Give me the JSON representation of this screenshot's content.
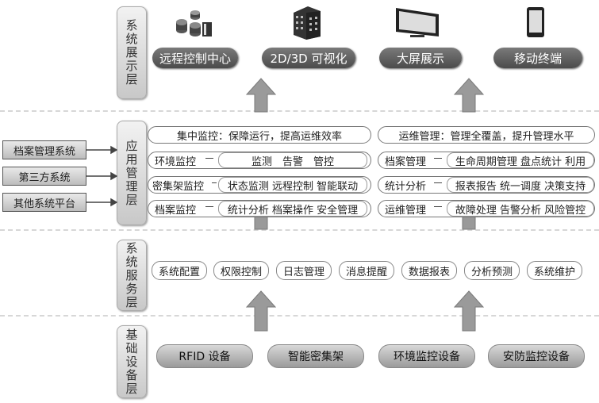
{
  "layers": {
    "display": "系统展示层",
    "app": "应用管理层",
    "service": "系统服务层",
    "base": "基础设备层"
  },
  "display_items": [
    "远程控制中心",
    "2D/3D 可视化",
    "大屏展示",
    "移动终端"
  ],
  "display_icons": [
    "cylinders-icon",
    "buildings-icon",
    "monitor-icon",
    "tablet-icon"
  ],
  "external_systems": [
    "档案管理系统",
    "第三方系统",
    "其他系统平台"
  ],
  "app_rows_left": [
    {
      "text": "集中监控：保障运行，提高运维效率"
    },
    {
      "label": "环境监控",
      "detail": "监测　告警　管控"
    },
    {
      "label": "密集架监控",
      "detail": "状态监测 远程控制 智能联动"
    },
    {
      "label": "档案监控",
      "detail": "统计分析 档案操作 安全管理"
    }
  ],
  "app_rows_right": [
    {
      "text": "运维管理：管理全覆盖，提升管理水平"
    },
    {
      "label": "档案管理",
      "detail": "生命周期管理 盘点统计 利用"
    },
    {
      "label": "统计分析",
      "detail": "报表报告 统一调度 决策支持"
    },
    {
      "label": "运维管理",
      "detail": "故障处理 告警分析 风险管控"
    }
  ],
  "services": [
    "系统配置",
    "权限控制",
    "日志管理",
    "消息提醒",
    "数据报表",
    "分析预测",
    "系统维护"
  ],
  "devices": [
    "RFID 设备",
    "智能密集架",
    "环境监控设备",
    "安防监控设备"
  ]
}
